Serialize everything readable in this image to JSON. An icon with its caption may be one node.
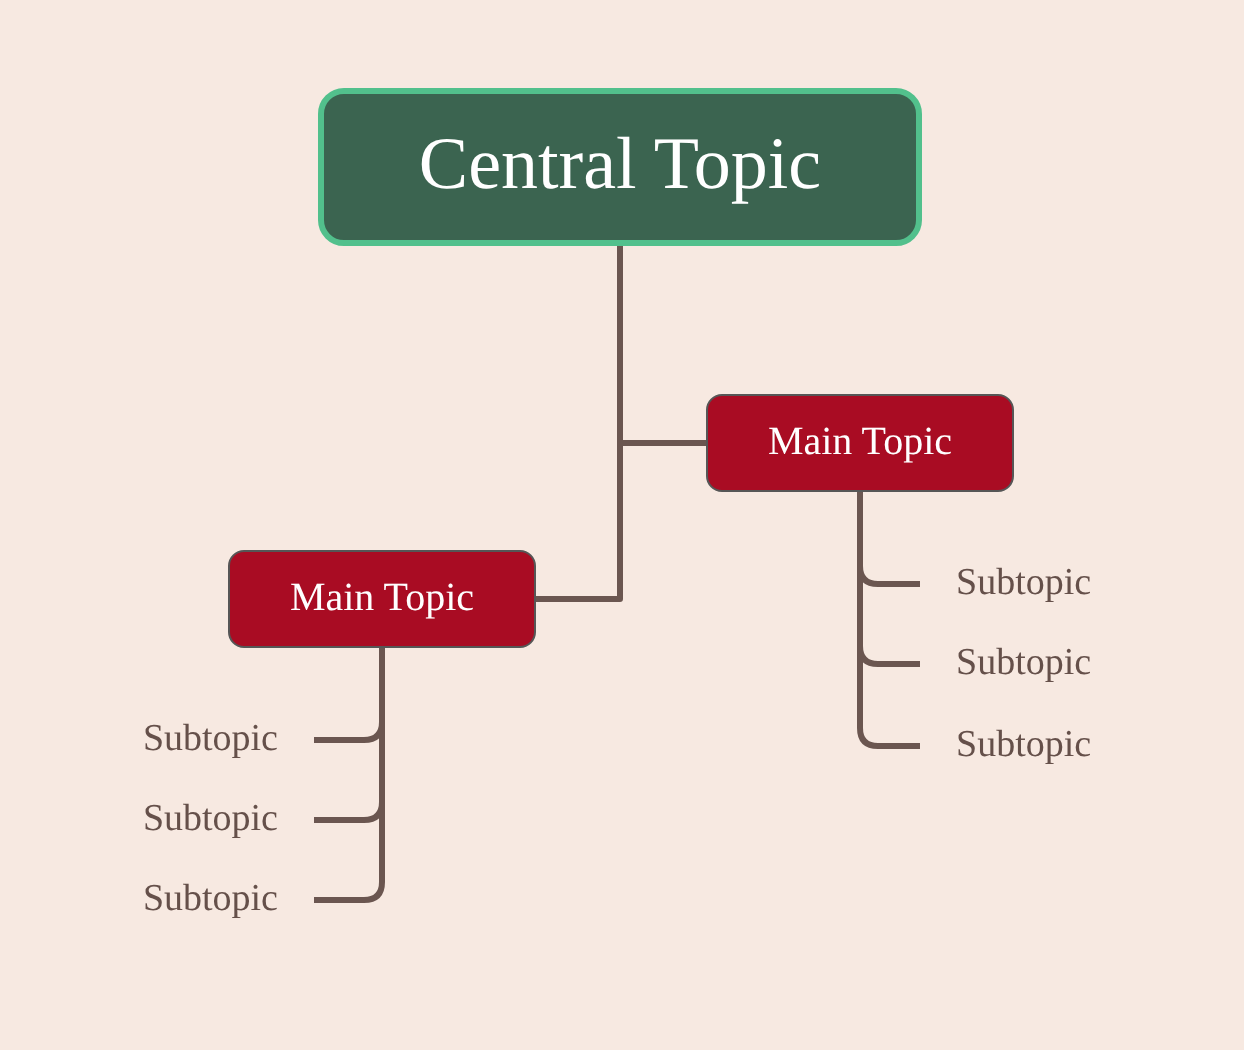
{
  "diagram": {
    "nodes": [
      {
        "text": [
          "Central Topic"
        ]
      },
      {
        "text": [
          "Main Topic"
        ]
      },
      {
        "text": [
          "Subtopic"
        ]
      },
      {
        "text": [
          "Subtopic"
        ]
      },
      {
        "text": [
          "Subtopic"
        ]
      },
      {
        "text": [
          "Main Topic"
        ]
      },
      {
        "text": [
          "Subtopic"
        ]
      },
      {
        "text": [
          "Subtopic"
        ]
      },
      {
        "text": [
          "Subtopic"
        ]
      }
    ],
    "edges": [
      {
        "from": 0,
        "to": 1,
        "arrow": "none"
      },
      {
        "from": 0,
        "to": 5,
        "arrow": "none"
      },
      {
        "from": 1,
        "to": 2,
        "arrow": "none"
      },
      {
        "from": 1,
        "to": 3,
        "arrow": "none"
      },
      {
        "from": 1,
        "to": 4,
        "arrow": "none"
      },
      {
        "from": 5,
        "to": 6,
        "arrow": "none"
      },
      {
        "from": 5,
        "to": 7,
        "arrow": "none"
      },
      {
        "from": 5,
        "to": 8,
        "arrow": "none"
      }
    ]
  }
}
